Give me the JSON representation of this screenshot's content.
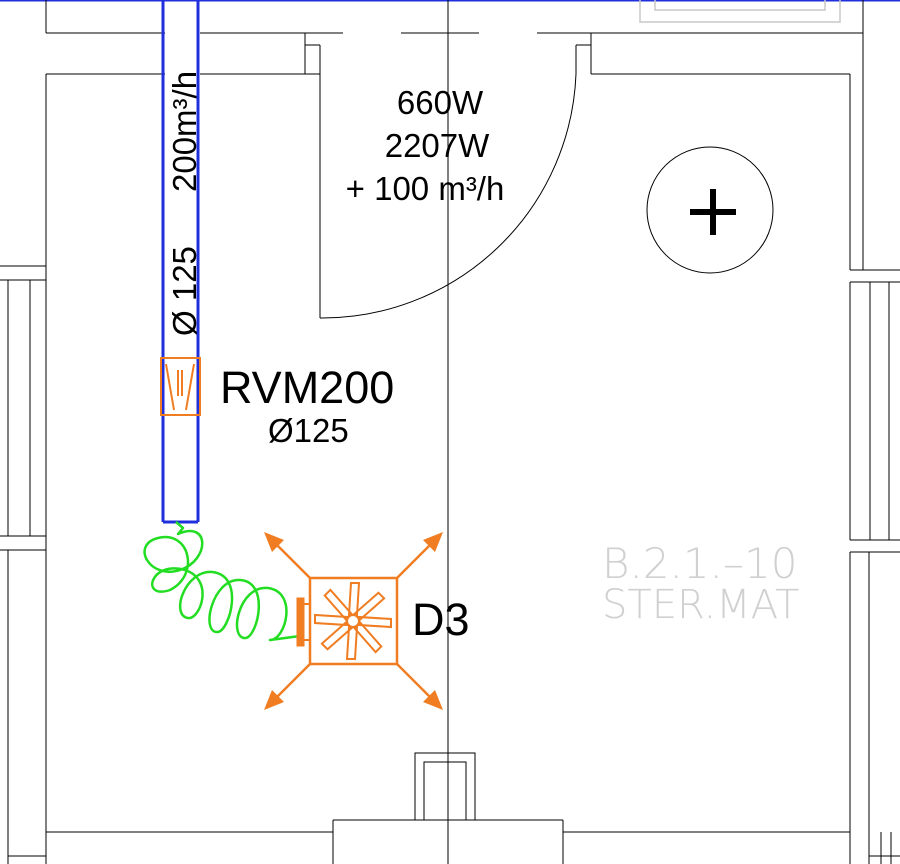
{
  "colors": {
    "wall": "#000000",
    "duct": "#1f2fdc",
    "equipment": "#f07d22",
    "flex_duct": "#22dd22",
    "room_label": "#d0d0d0",
    "frame": "#c8c8c8"
  },
  "heat_loads": {
    "line1": "660W",
    "line2": "2207W",
    "line3": "+ 100 m³/h"
  },
  "duct": {
    "flow": "200m³/h",
    "diameter": "Ø 125"
  },
  "damper": {
    "model": "RVM200",
    "diameter": "Ø125"
  },
  "diffuser": {
    "tag": "D3"
  },
  "room": {
    "code": "B.2.1.–10",
    "name": "STER.MAT"
  },
  "symbols": {
    "fixture_icon": "plus-circle-icon",
    "damper_icon": "damper-icon",
    "diffuser_icon": "ceiling-diffuser-icon"
  }
}
